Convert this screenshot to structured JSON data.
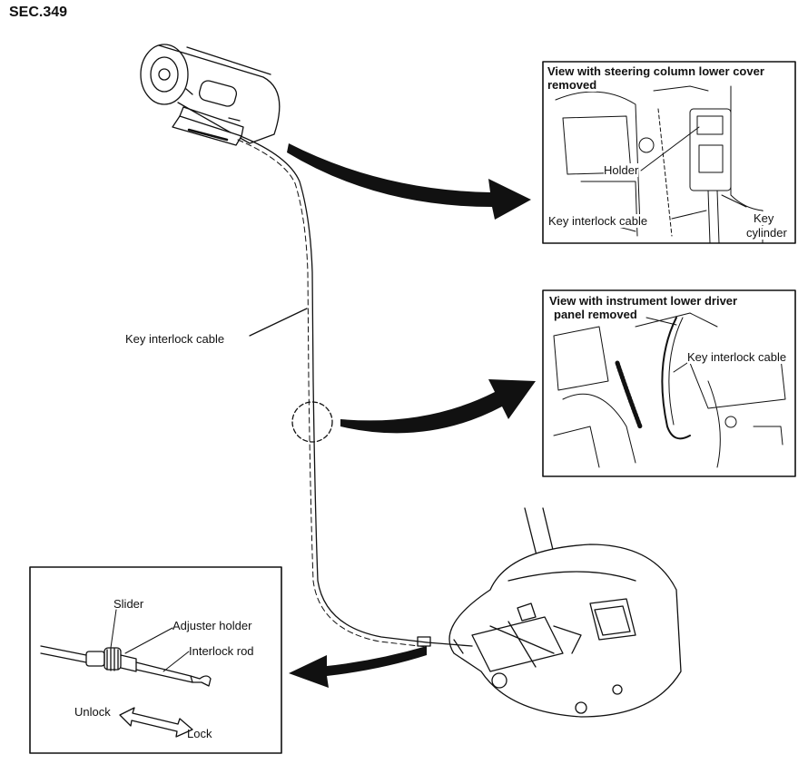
{
  "section": "SEC.349",
  "main": {
    "cable_label": "Key interlock cable"
  },
  "inset_steering": {
    "title": "View with steering column lower cover removed",
    "title_line1": "View with steering column lower cover",
    "title_line2": "removed",
    "labels": {
      "holder": "Holder",
      "cable": "Key interlock cable",
      "cylinder_line1": "Key",
      "cylinder_line2": "cylinder"
    }
  },
  "inset_panel": {
    "title_line1": "View with instrument lower driver",
    "title_line2": "panel removed",
    "labels": {
      "cable": "Key interlock cable"
    }
  },
  "inset_shifter": {
    "labels": {
      "slider": "Slider",
      "adjuster_holder": "Adjuster holder",
      "interlock_rod": "Interlock rod",
      "unlock": "Unlock",
      "lock": "Lock"
    }
  }
}
